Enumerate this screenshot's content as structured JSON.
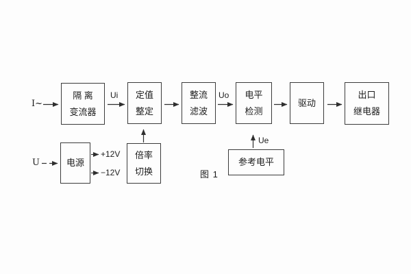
{
  "figure": {
    "caption": "图 1",
    "inputs": {
      "current": "I~",
      "voltage": "U"
    },
    "labels": {
      "ui": "Ui",
      "uo": "Uo",
      "ue": "Ue",
      "plus12v": "+12V",
      "minus12v": "−12V"
    },
    "blocks": {
      "isolation": {
        "line1": "隔 离",
        "line2": "变流器"
      },
      "setting": {
        "line1": "定值",
        "line2": "整定"
      },
      "rectify": {
        "line1": "整流",
        "line2": "滤波"
      },
      "level": {
        "line1": "电平",
        "line2": "检测"
      },
      "drive": {
        "line1": "驱动"
      },
      "relay": {
        "line1": "出口",
        "line2": "继电器"
      },
      "power": {
        "line1": "电源"
      },
      "ratio": {
        "line1": "倍率",
        "line2": "切换"
      },
      "reference": {
        "line1": "参考电平"
      }
    },
    "colors": {
      "line": "#2f2f2f",
      "text": "#1c1c1c",
      "background": "#fdfdfd"
    }
  }
}
